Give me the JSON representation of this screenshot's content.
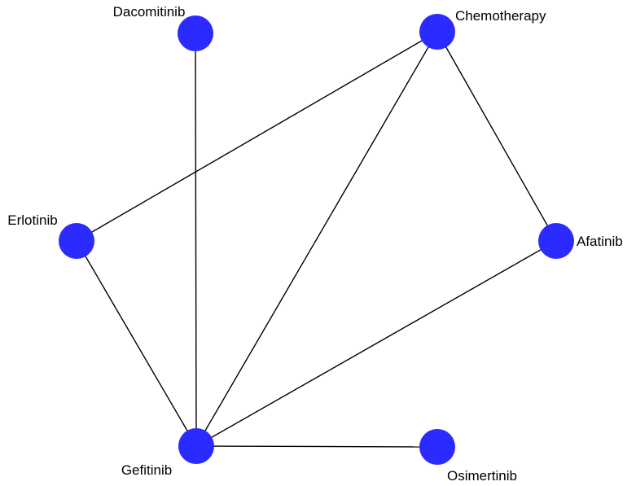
{
  "node_color": "#2b2bff",
  "edge_color": "#000000",
  "nodes": [
    {
      "id": "dacomitinib",
      "label": "Dacomitinib"
    },
    {
      "id": "chemotherapy",
      "label": "Chemotherapy"
    },
    {
      "id": "erlotinib",
      "label": "Erlotinib"
    },
    {
      "id": "afatinib",
      "label": "Afatinib"
    },
    {
      "id": "gefitinib",
      "label": "Gefitinib"
    },
    {
      "id": "osimertinib",
      "label": "Osimertinib"
    }
  ],
  "edges": [
    {
      "source": "dacomitinib",
      "target": "gefitinib"
    },
    {
      "source": "chemotherapy",
      "target": "erlotinib"
    },
    {
      "source": "chemotherapy",
      "target": "gefitinib"
    },
    {
      "source": "chemotherapy",
      "target": "afatinib"
    },
    {
      "source": "erlotinib",
      "target": "gefitinib"
    },
    {
      "source": "afatinib",
      "target": "gefitinib"
    },
    {
      "source": "gefitinib",
      "target": "osimertinib"
    }
  ]
}
